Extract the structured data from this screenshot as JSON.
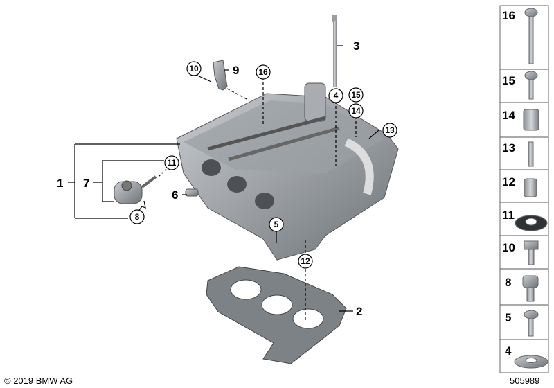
{
  "diagram": {
    "plain_callouts": [
      "1",
      "7",
      "6",
      "2",
      "3",
      "9"
    ],
    "circled_callouts": [
      "10",
      "16",
      "4",
      "15",
      "14",
      "13",
      "11",
      "8",
      "5",
      "12"
    ],
    "parts_panel": [
      "16",
      "15",
      "14",
      "13",
      "12",
      "11",
      "10",
      "8",
      "5",
      "4"
    ]
  },
  "footer": {
    "copyright": "© 2019 BMW AG",
    "image_number": "505989"
  },
  "colors": {
    "part_dark": "#6e7378",
    "part_light": "#b8bcc0",
    "line": "#000000"
  }
}
